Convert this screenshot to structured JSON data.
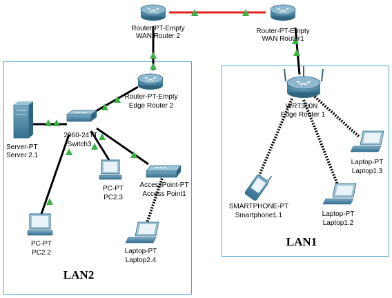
{
  "areas": {
    "lan2": {
      "label": "LAN2",
      "border_color": "#4fa3c9"
    },
    "lan1": {
      "label": "LAN1",
      "border_color": "#4fa3c9"
    }
  },
  "devices": {
    "wan_router_2": {
      "type": "Router-PT-Empty",
      "name": "WAN Router 2",
      "icon": "router-icon"
    },
    "wan_router_1": {
      "type": "Router-PT-Empty",
      "name": "WAN Router1",
      "icon": "router-icon"
    },
    "edge_router_2": {
      "type": "Router-PT-Empty",
      "name": "Edge Router 2",
      "icon": "router-icon"
    },
    "edge_router_1": {
      "type": "WRT300N",
      "name": "Edge Router 1",
      "icon": "wireless-router-icon"
    },
    "switch3": {
      "type": "2960-24TT",
      "name": "Switch3",
      "icon": "switch-icon"
    },
    "server_2_1": {
      "type": "Server-PT",
      "name": "Server 2.1",
      "icon": "server-icon"
    },
    "pc_2_3": {
      "type": "PC-PT",
      "name": "PC2.3",
      "icon": "pc-icon"
    },
    "pc_2_2": {
      "type": "PC-PT",
      "name": "PC2.2",
      "icon": "pc-icon"
    },
    "access_point_1": {
      "type": "AccessPoint-PT",
      "name": "Access Point1",
      "icon": "access-point-icon"
    },
    "laptop_2_4": {
      "type": "Laptop-PT",
      "name": "Laptop2.4",
      "icon": "laptop-icon"
    },
    "smartphone_1_1": {
      "type": "SMARTPHONE-PT",
      "name": "Smartphone1.1",
      "icon": "smartphone-icon"
    },
    "laptop_1_2": {
      "type": "Laptop-PT",
      "name": "Laptop1.2",
      "icon": "laptop-icon"
    },
    "laptop_1_3": {
      "type": "Laptop-PT",
      "name": "Laptop1.3",
      "icon": "laptop-icon"
    }
  },
  "colors": {
    "wan_link": "#e0201a",
    "wired_link": "#000000",
    "link_status": "#3cb043",
    "device_body": "#3f7f9e"
  }
}
